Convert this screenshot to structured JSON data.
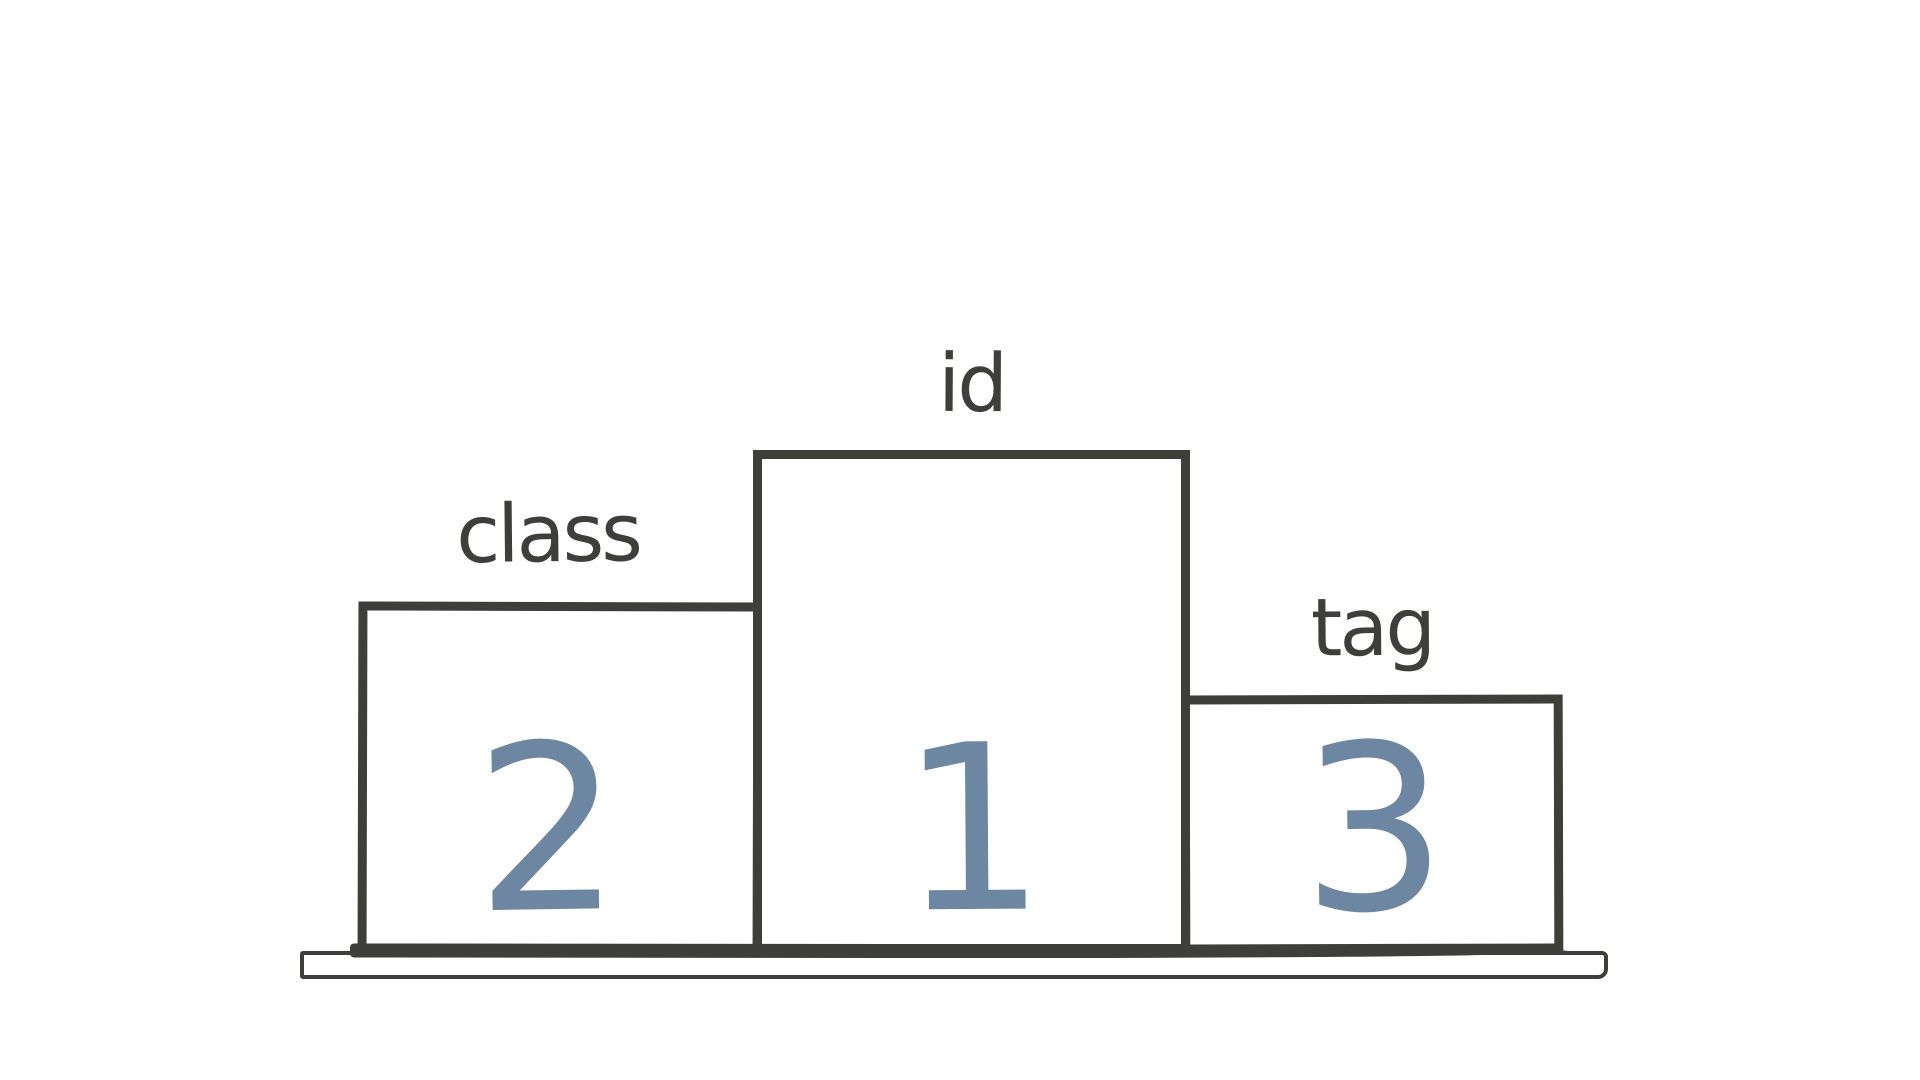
{
  "theme": {
    "ink_color": "#3e3e3a",
    "number_color": "#6d86a2",
    "bg_color": "#ffffff"
  },
  "diagram": {
    "description": "Hand-drawn podium ranking of CSS selector specificity",
    "items": [
      {
        "label": "class",
        "rank": "2"
      },
      {
        "label": "id",
        "rank": "1"
      },
      {
        "label": "tag",
        "rank": "3"
      }
    ]
  }
}
